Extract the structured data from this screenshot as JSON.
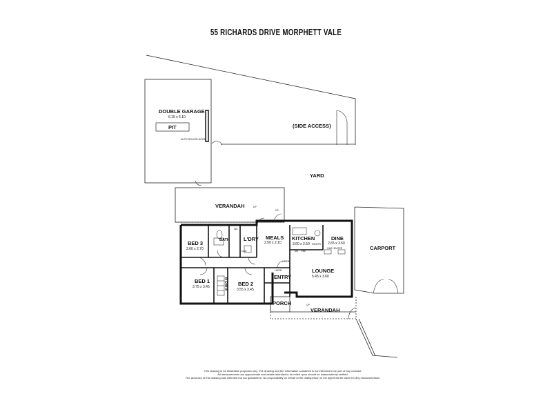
{
  "title": "55 RICHARDS DRIVE MORPHETT VALE",
  "rooms": {
    "double_garage": {
      "name": "DOUBLE GARAGE",
      "size": "6.15 x 6.10"
    },
    "pit": "PIT",
    "auto_roller_door": "AUTO ROLLER DOOR",
    "side_access": "(SIDE ACCESS)",
    "yard": "YARD",
    "verandah_rear": "VERANDAH",
    "carport": "CARPORT",
    "bed3": {
      "name": "BED  3",
      "size": "3.60 x 2.70"
    },
    "bath": "BATH",
    "ldry": "L'DRY",
    "meals": {
      "name": "MEALS",
      "size": "2.50 x 2.10"
    },
    "kitchen": {
      "name": "KITCHEN",
      "size": "3.60 x 2.50"
    },
    "dine": {
      "name": "DINE",
      "size": "2.65 x 3.60"
    },
    "pantry": "PANTRY",
    "gas_heater": "GAS HEATER",
    "bed1": {
      "name": "BED  1",
      "size": "3.75 x 3.45"
    },
    "robe": "ROBE",
    "bed2": {
      "name": "BED  2",
      "size": "3.55 x 3.45"
    },
    "entry": "ENTRY",
    "lounge": {
      "name": "LOUNGE",
      "size": "5.45 x 3.60"
    },
    "porch": "PORCH",
    "verandah_front": "VERANDAH",
    "linen1": "LINEN",
    "linen2": "LINEN",
    "cbd": "CBD",
    "ns": "NS",
    "wc": "WC",
    "hw": "HW",
    "up1": "UP",
    "up2": "UP",
    "up3": "UP"
  },
  "disclaimer": [
    "This drawing is for illustration purposes only. The drawing and the information contained is not intended to be part of any contract.",
    "All measurements are approximate and details intended to be relied upon should be independently verified.",
    "The accuracy of this drawing was intended but not guaranteed. No responsibility on behalf of the draftsperson or the agent will be taken for any  misconceptions."
  ]
}
